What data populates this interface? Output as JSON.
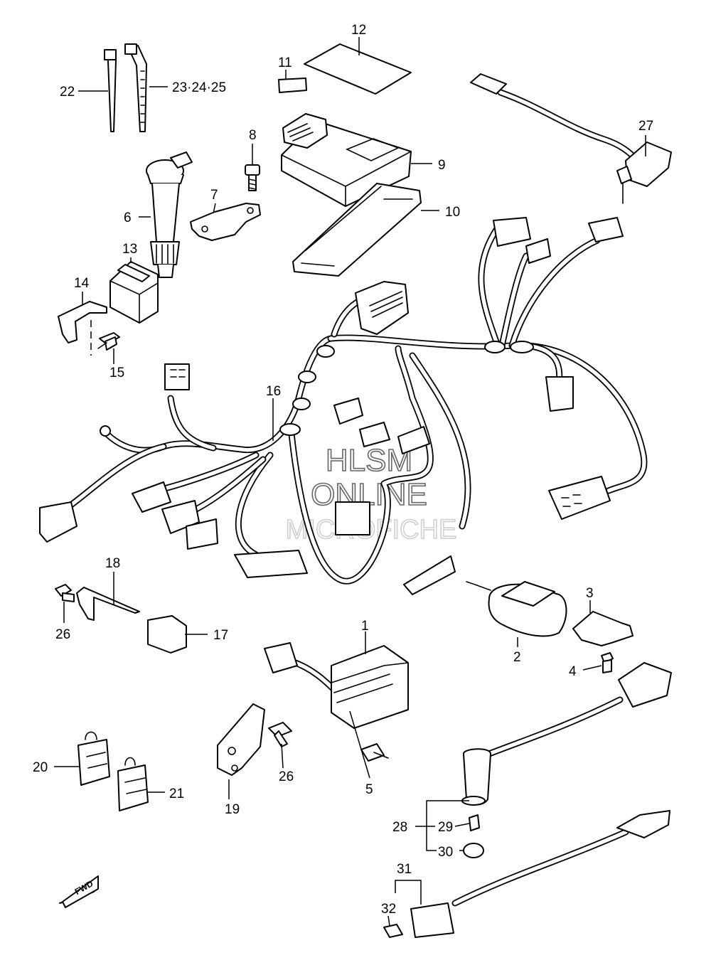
{
  "labels": {
    "p1": "1",
    "p2": "2",
    "p3": "3",
    "p4": "4",
    "p5": "5",
    "p6": "6",
    "p7": "7",
    "p8": "8",
    "p9": "9",
    "p10": "10",
    "p11": "11",
    "p12": "12",
    "p13": "13",
    "p14": "14",
    "p15": "15",
    "p16": "16",
    "p17": "17",
    "p18": "18",
    "p19": "19",
    "p20": "20",
    "p21": "21",
    "p22": "22",
    "p23": "23·24·25",
    "p26a": "26",
    "p26b": "26",
    "p27": "27",
    "p28": "28",
    "p29": "29",
    "p30": "30",
    "p31": "31",
    "p32": "32"
  },
  "watermark": {
    "line1": "HLSM",
    "line2": "ONLINE",
    "line3": "MICROFICHE"
  },
  "fwd_label": "FWD"
}
